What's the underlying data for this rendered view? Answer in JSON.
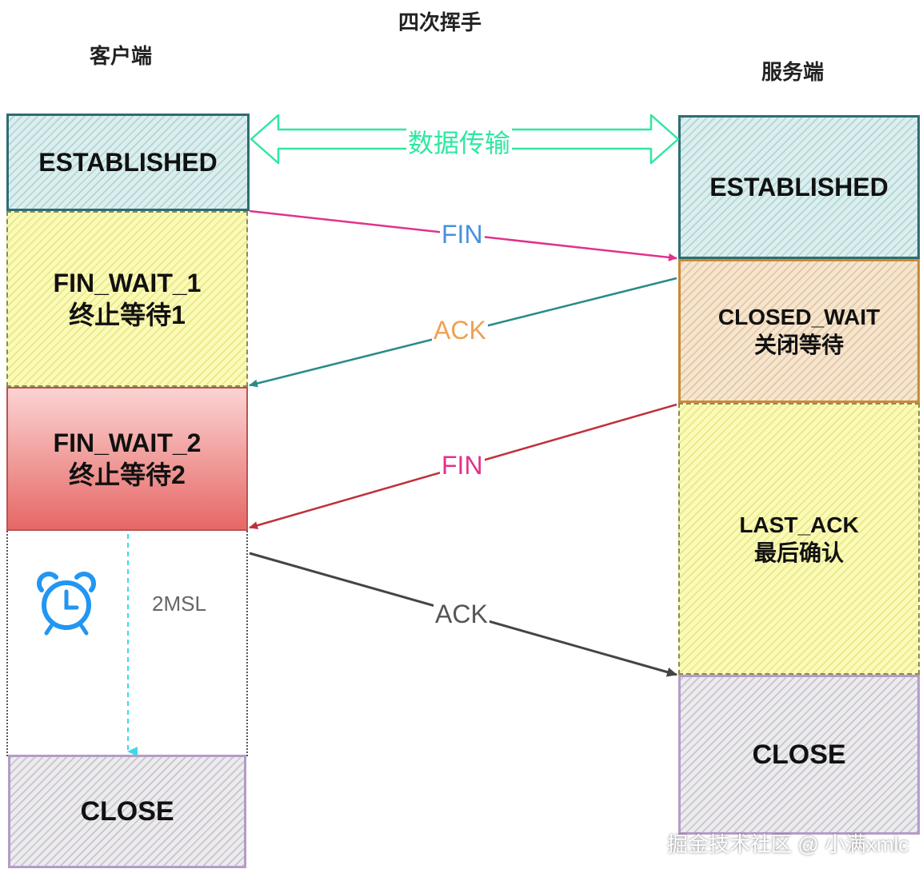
{
  "title": "四次挥手",
  "client_label": "客户端",
  "server_label": "服务端",
  "client_states": {
    "established": "ESTABLISHED",
    "fin_wait_1": {
      "en": "FIN_WAIT_1",
      "zh": "终止等待1"
    },
    "fin_wait_2": {
      "en": "FIN_WAIT_2",
      "zh": "终止等待2"
    },
    "close": "CLOSE"
  },
  "server_states": {
    "established": "ESTABLISHED",
    "closed_wait": {
      "en": "CLOSED_WAIT",
      "zh": "关闭等待"
    },
    "last_ack": {
      "en": "LAST_ACK",
      "zh": "最后确认"
    },
    "close": "CLOSE"
  },
  "data_transfer_label": "数据传输",
  "messages": [
    {
      "label": "FIN",
      "label_color": "#4a90d9",
      "line_color": "#e0338a"
    },
    {
      "label": "ACK",
      "label_color": "#f0a050",
      "line_color": "#2a8a8a"
    },
    {
      "label": "FIN",
      "label_color": "#e0338a",
      "line_color": "#c0303a"
    },
    {
      "label": "ACK",
      "label_color": "#555555",
      "line_color": "#444444"
    }
  ],
  "timer_label": "2MSL",
  "icons": {
    "timer": "alarm-clock-icon"
  },
  "colors": {
    "data_transfer": "#2ee8a0",
    "timer_icon": "#2196f3",
    "timer_arrow": "#40d8e8"
  },
  "watermark": "掘金技术社区 @ 小满xmlc"
}
